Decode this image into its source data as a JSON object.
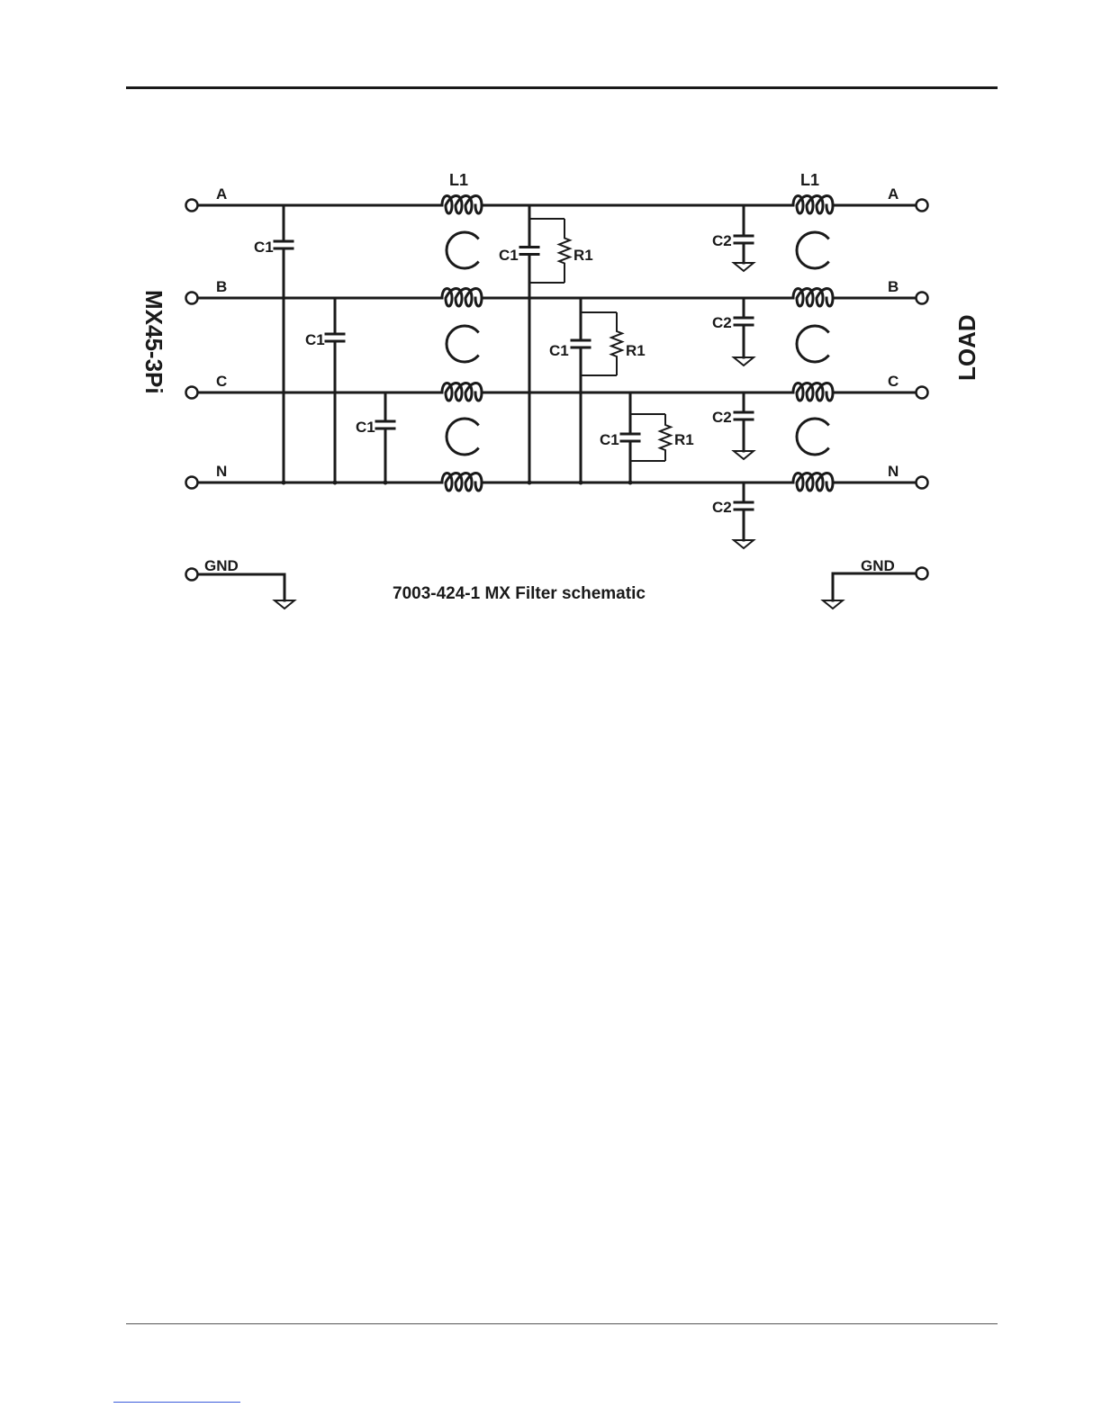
{
  "diagram": {
    "caption": "7003-424-1  MX Filter schematic",
    "source_label": "MX45-3Pi",
    "load_label": "LOAD",
    "gnd_label": "GND",
    "lines": [
      "A",
      "B",
      "C",
      "N"
    ],
    "inductor_label": "L1",
    "cap_c1": "C1",
    "cap_c2": "C2",
    "res_r1": "R1"
  }
}
